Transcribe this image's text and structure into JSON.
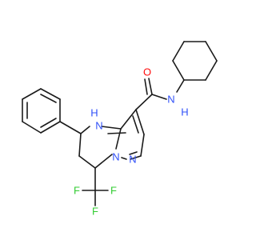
{
  "molecule": {
    "atoms": [
      {
        "id": "n-amide",
        "label": "N",
        "color": "#3050F8"
      },
      {
        "id": "h-amide",
        "label": "H",
        "color": "#3050F8"
      },
      {
        "id": "o-carbonyl",
        "label": "O",
        "color": "#FF0D0D"
      },
      {
        "id": "n4",
        "label": "N",
        "color": "#3050F8"
      },
      {
        "id": "h4",
        "label": "H",
        "color": "#3050F8"
      },
      {
        "id": "n-bridge",
        "label": "N",
        "color": "#3050F8"
      },
      {
        "id": "n-pyrazole",
        "label": "N",
        "color": "#3050F8"
      },
      {
        "id": "f1",
        "label": "F",
        "color": "#33CC33"
      },
      {
        "id": "f2",
        "label": "F",
        "color": "#33CC33"
      },
      {
        "id": "f3",
        "label": "F",
        "color": "#33CC33"
      }
    ]
  }
}
